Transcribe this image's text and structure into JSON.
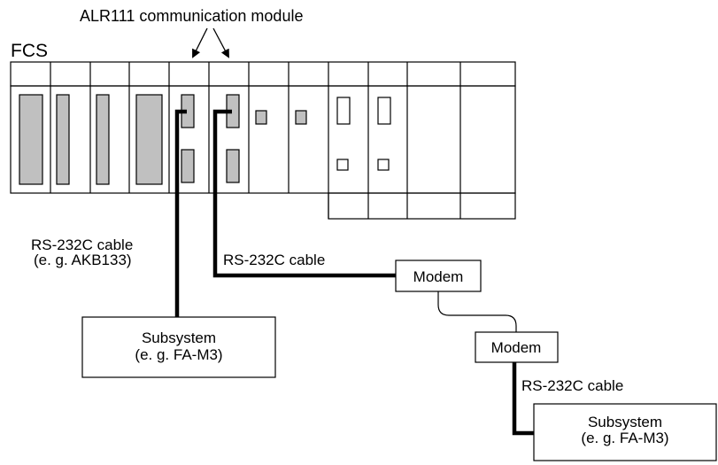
{
  "labels": {
    "module_label": "ALR111 communication module",
    "fcs_label": "FCS",
    "cable_left_line1": "RS-232C cable",
    "cable_left_line2": "(e. g. AKB133)",
    "cable_mid": "RS-232C cable",
    "cable_bottom": "RS-232C cable",
    "modem_1": "Modem",
    "modem_2": "Modem",
    "subsystem_left_line1": "Subsystem",
    "subsystem_left_line2": "(e. g. FA-M3)",
    "subsystem_right_line1": "Subsystem",
    "subsystem_right_line2": "(e. g. FA-M3)"
  },
  "colors": {
    "line": "#000000",
    "card_fill": "#c0c0c0",
    "background": "#ffffff"
  }
}
